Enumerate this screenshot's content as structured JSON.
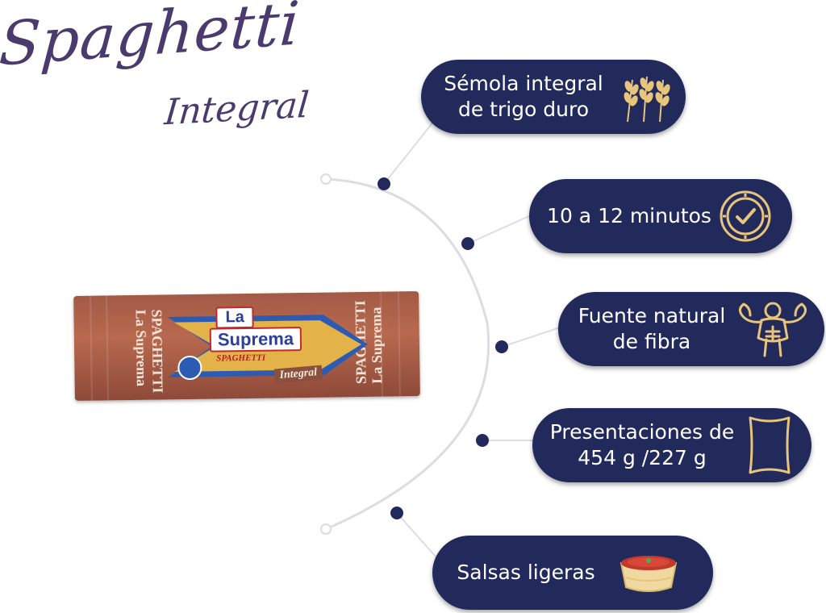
{
  "title": {
    "main": "Spaghetti",
    "sub": "Integral"
  },
  "product": {
    "brand_line1": "La",
    "brand_line2": "Suprema",
    "variety": "SPAGHETTI",
    "tag": "Integral"
  },
  "features": [
    {
      "lines": [
        "Sémola integral",
        "de trigo duro"
      ],
      "icon": "wheat-icon"
    },
    {
      "lines": [
        "10 a 12 minutos"
      ],
      "icon": "clock-check-icon"
    },
    {
      "lines": [
        "Fuente natural",
        "de fibra"
      ],
      "icon": "muscle-torso-icon"
    },
    {
      "lines": [
        "Presentaciones de",
        "454 g /227 g"
      ],
      "icon": "package-bag-icon"
    },
    {
      "lines": [
        "Salsas ligeras"
      ],
      "icon": "sauce-bowl-icon"
    }
  ],
  "colors": {
    "pill_bg": "#222a5c",
    "title": "#4a3a6e",
    "icon_gold": "#e8c57a",
    "dot": "#222a5c"
  }
}
